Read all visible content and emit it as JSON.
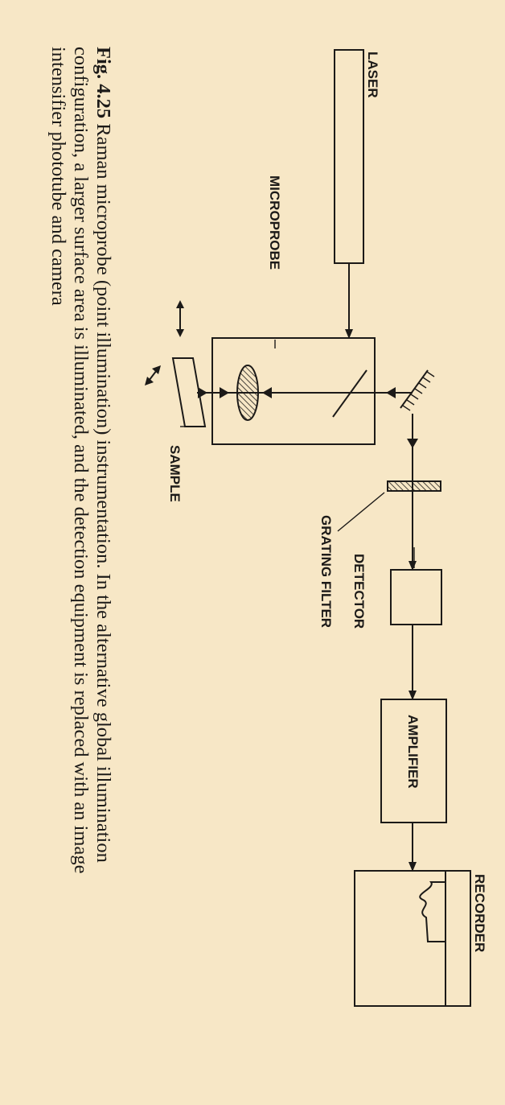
{
  "labels": {
    "laser": "LASER",
    "microprobe": "MICROPROBE",
    "sample": "SAMPLE",
    "grating_filter": "GRATING FILTER",
    "detector": "DETECTOR",
    "amplifier": "AMPLIFIER",
    "recorder": "RECORDER"
  },
  "caption": {
    "figure": "Fig. 4.25",
    "text": " Raman microprobe (point illumination) instrumentation. In the alternative global illumination configuration, a larger surface area is illuminated, and the detection equipment is replaced with an image intensifier phototube and camera"
  }
}
